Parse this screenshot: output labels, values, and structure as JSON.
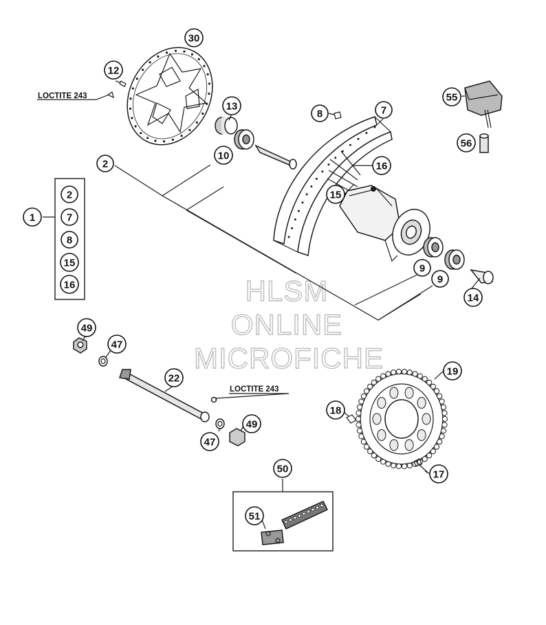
{
  "watermark": {
    "line1": "HLSM",
    "line2": "ONLINE",
    "line3": "MICROFICHE"
  },
  "loctite": {
    "upper": "LOCTITE 243",
    "lower": "LOCTITE 243"
  },
  "callouts": {
    "c30": "30",
    "c12": "12",
    "c13": "13",
    "c8": "8",
    "c7": "7",
    "c55": "55",
    "c56": "56",
    "c2": "2",
    "c10": "10",
    "c16": "16",
    "c15": "15",
    "c9a": "9",
    "c9b": "9",
    "c14": "14",
    "c49a": "49",
    "c47a": "47",
    "c22": "22",
    "c49b": "49",
    "c47b": "47",
    "c19": "19",
    "c18": "18",
    "c17": "17",
    "c50": "50",
    "c51": "51"
  },
  "kit_list": [
    "1",
    "2",
    "7",
    "8",
    "15",
    "16"
  ]
}
